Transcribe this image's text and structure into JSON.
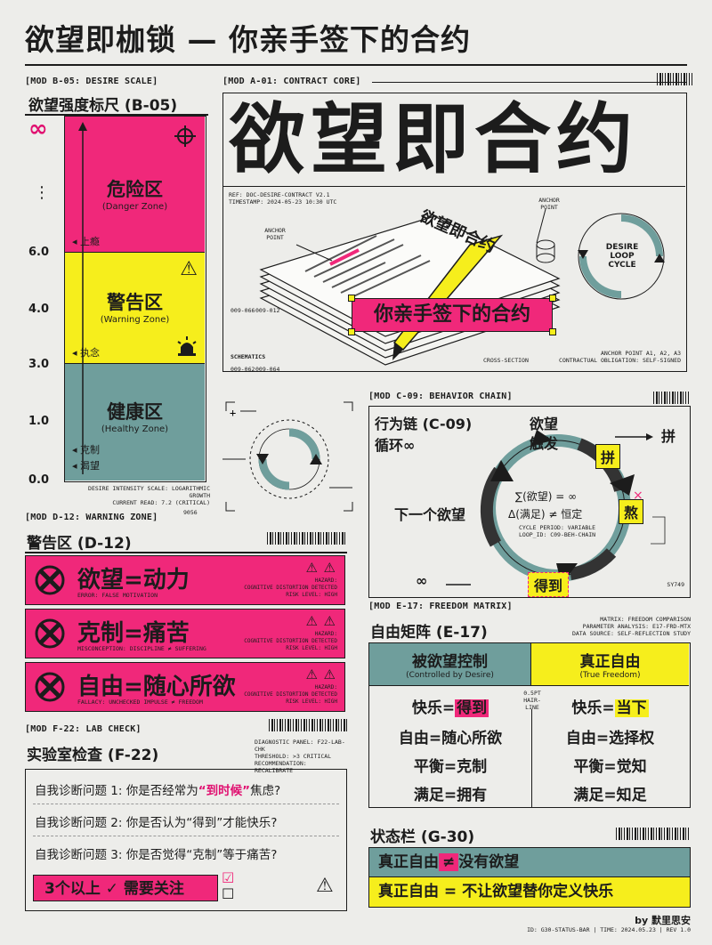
{
  "title": "欲望即枷锁 — 你亲手签下的合约",
  "byline": "by 默里思安",
  "footer_meta": "ID: G30-STATUS-BAR | TIME: 2024.05.23 | REV 1.0",
  "mod_b05": {
    "tag": "[MOD B-05: DESIRE SCALE]",
    "heading": "欲望强度标尺 (B-05)",
    "infinity": "∞",
    "dots": "⋮",
    "ticks": [
      "6.0",
      "4.0",
      "3.0",
      "1.0",
      "0.0"
    ],
    "zones": {
      "danger": {
        "title": "危险区",
        "sub": "(Danger Zone)",
        "marker": "◂ 上瘾"
      },
      "warning": {
        "title": "警告区",
        "sub": "(Warning Zone)",
        "marker": "◂ 执念"
      },
      "healthy": {
        "title": "健康区",
        "sub": "(Healthy Zone)",
        "marker1": "◂ 克制",
        "marker2": "◂ 渴望"
      }
    },
    "caption1": "DESIRE INTENSITY SCALE: LOGARITHMIC GROWTH",
    "caption2": "CURRENT READ: 7.2 (CRITICAL)",
    "code": "9056",
    "colors": {
      "danger": "#f0287a",
      "warning": "#f6ee1c",
      "healthy": "#6f9e9c"
    }
  },
  "mod_a01": {
    "tag": "[MOD A-01: CONTRACT CORE]",
    "big_title": "欲望即合约",
    "ref": "REF: DOC-DESIRE-CONTRACT v2.1",
    "timestamp": "TIMESTAMP: 2024-05-23 10:30 UTC",
    "paper_title": "欲望即合约",
    "anchor_left": "ANCHOR POINT",
    "anchor_right": "ANCHOR POINT",
    "loop_label": "DESIRE LOOP CYCLE",
    "signed_label": "你亲手签下的合约",
    "schematics": "SCHEMATICS",
    "sch_code1": "009-062",
    "sch_code2": "009-064",
    "sch_code3": "009-066",
    "sch_code4": "009-012",
    "cross_section": "CROSS-SECTION",
    "anchor_note1": "ANCHOR POINT A1, A2, A3",
    "anchor_note2": "CONTRACTUAL OBLIGATION: SELF-SIGNED"
  },
  "mod_c09": {
    "tag": "[MOD C-09: BEHAVIOR CHAIN]",
    "heading1": "行为链 (C-09)",
    "heading2": "循环∞",
    "trigger1": "欲望",
    "trigger2": "触发",
    "pin_out": "拼",
    "pin_box": "拼",
    "hot_box": "熬",
    "get_box": "得到",
    "next": "下一个欲望",
    "inf": "∞",
    "formula1": "∑(欲望) = ∞",
    "formula2": "Δ(满足) ≠ 恒定",
    "cycle1": "CYCLE PERIOD: VARIABLE",
    "cycle2": "LOOP_ID: C09-BEH-CHAIN",
    "code": "SY749"
  },
  "mod_d12": {
    "tag": "[MOD D-12: WARNING ZONE]",
    "heading": "警告区 (D-12)",
    "rows": [
      {
        "title": "欲望=动力",
        "sub": "ERROR: FALSE MOTIVATION",
        "haz1": "HAZARD:",
        "haz2": "COGNITIVE DISTORTION DETECTED",
        "haz3": "RISK LEVEL: HIGH"
      },
      {
        "title": "克制=痛苦",
        "sub": "MISCONCEPTION: DISCIPLINE ≠ SUFFERING",
        "haz1": "HAZARD:",
        "haz2": "COGNITIVE DISTORTION DETECTED",
        "haz3": "RISK LEVEL: HIGH"
      },
      {
        "title": "自由=随心所欲",
        "sub": "FALLACY: UNCHECKED IMPULSE ≠ FREEDOM",
        "haz1": "HAZARD:",
        "haz2": "COGNITIVE DISTORTION DETECTED",
        "haz3": "RISK LEVEL: HIGH"
      }
    ]
  },
  "mod_f22": {
    "tag": "[MOD F-22: LAB CHECK]",
    "heading": "实验室检查 (F-22)",
    "meta1": "DIAGNOSTIC PANEL: F22-LAB-CHK",
    "meta2": "THRESHOLD: >3 CRITICAL",
    "meta3": "RECOMMENDATION: RECALIBRATE",
    "q1_pre": "自我诊断问题 1: 你是否经常为",
    "q1_hl": "“到时候”",
    "q1_post": "焦虑?",
    "q2": "自我诊断问题 2: 你是否认为“得到”才能快乐?",
    "q3": "自我诊断问题 3: 你是否觉得“克制”等于痛苦?",
    "alert": "3个以上 ✓ 需要关注",
    "check_mark": "☑",
    "check_empty": "☐",
    "warn": "⚠"
  },
  "mod_e17": {
    "tag": "[MOD E-17: FREEDOM MATRIX]",
    "heading": "自由矩阵 (E-17)",
    "meta1": "MATRIX: FREEDOM COMPARISON",
    "meta2": "PARAMETER ANALYSIS: E17-FRD-MTX",
    "meta3": "DATA SOURCE: SELF-REFLECTION STUDY",
    "left_head": "被欲望控制",
    "left_sub": "(Controlled by Desire)",
    "right_head": "真正自由",
    "right_sub": "(True Freedom)",
    "hairline": "0.5pt hair-line",
    "left_rows": [
      {
        "pre": "快乐=",
        "hl": "得到"
      },
      {
        "pre": "自由=随心所欲",
        "hl": ""
      },
      {
        "pre": "平衡=克制",
        "hl": ""
      },
      {
        "pre": "满足=拥有",
        "hl": ""
      }
    ],
    "right_rows": [
      {
        "pre": "快乐=",
        "hl": "当下"
      },
      {
        "pre": "自由=选择权",
        "hl": ""
      },
      {
        "pre": "平衡=觉知",
        "hl": ""
      },
      {
        "pre": "满足=知足",
        "hl": ""
      }
    ]
  },
  "mod_g30": {
    "heading": "状态栏 (G-30)",
    "bar1_pre": "真正自由",
    "bar1_neq": "≠",
    "bar1_post": "没有欲望",
    "bar2": "真正自由 = 不让欲望替你定义快乐"
  }
}
